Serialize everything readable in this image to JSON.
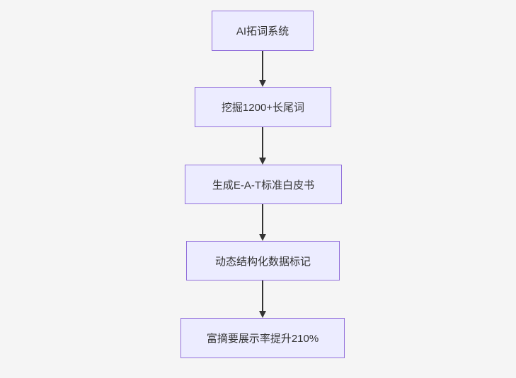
{
  "flowchart": {
    "title": "",
    "type": "flowchart-top-down",
    "nodes": [
      {
        "id": "n1",
        "label": "AI拓词系统"
      },
      {
        "id": "n2",
        "label": "挖掘1200+长尾词"
      },
      {
        "id": "n3",
        "label": "生成E-A-T标准白皮书"
      },
      {
        "id": "n4",
        "label": "动态结构化数据标记"
      },
      {
        "id": "n5",
        "label": "富摘要展示率提升210%"
      }
    ],
    "edges": [
      {
        "from": "n1",
        "to": "n2",
        "label": ""
      },
      {
        "from": "n2",
        "to": "n3",
        "label": ""
      },
      {
        "from": "n3",
        "to": "n4",
        "label": ""
      },
      {
        "from": "n4",
        "to": "n5",
        "label": ""
      }
    ],
    "colors": {
      "node_fill": "#ECECFF",
      "node_border": "#9370DB",
      "arrow": "#333333",
      "text": "#333333",
      "background": "#f5f5f5"
    }
  }
}
